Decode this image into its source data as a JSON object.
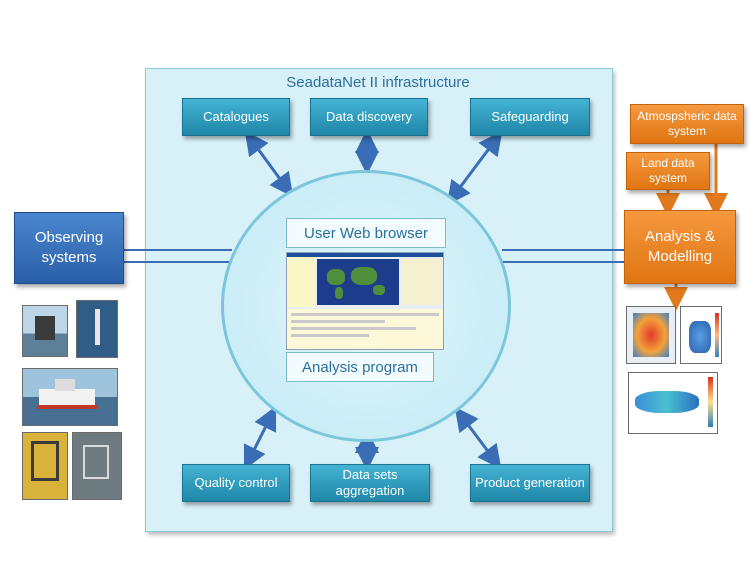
{
  "infrastructure": {
    "title": "SeadataNet II infrastructure"
  },
  "top_boxes": {
    "catalogues": "Catalogues",
    "data_discovery": "Data discovery",
    "safeguarding": "Safeguarding"
  },
  "bottom_boxes": {
    "quality_control": "Quality control",
    "data_sets_aggregation": "Data sets aggregation",
    "product_generation": "Product generation"
  },
  "center": {
    "user_web_browser": "User Web browser",
    "analysis_program": "Analysis program"
  },
  "left": {
    "observing_systems": "Observing systems"
  },
  "right": {
    "analysis_modelling": "Analysis & Modelling",
    "land_data_system": "Land data system",
    "atmospheric_data_system": "Atmospsheric data system"
  },
  "colors": {
    "panel": "#d8f1f9",
    "teal": "#2a9ac0",
    "blue": "#2f6bb5",
    "orange": "#ee8a2b",
    "arrow": "#3a6db5",
    "orange_arrow": "#e07a1c"
  },
  "icons": [
    "observing-platform-photo",
    "buoy-photo",
    "research-vessel-photo",
    "crane-deck-photo",
    "instrument-frame-photo",
    "browser-screenshot",
    "model-output-map",
    "sea-surface-map"
  ]
}
